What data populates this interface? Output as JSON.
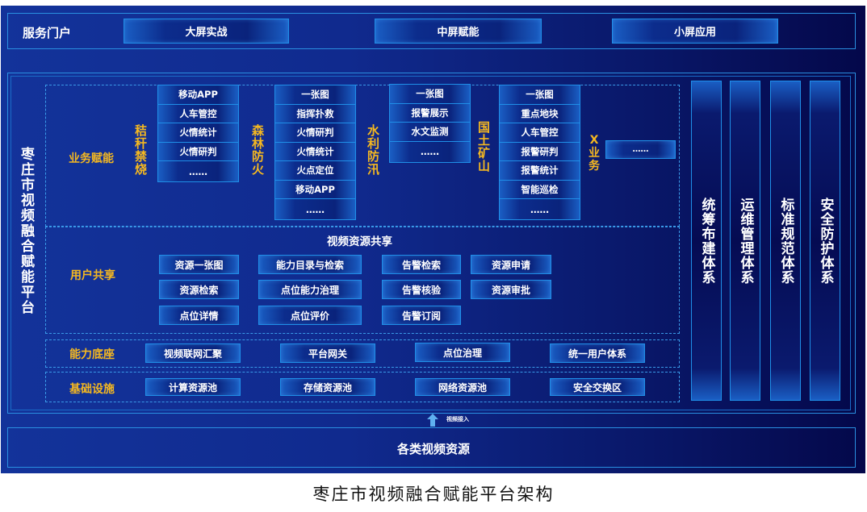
{
  "portal": {
    "label": "服务门户",
    "buttons": [
      "大屏实战",
      "中屏赋能",
      "小屏应用"
    ]
  },
  "platform": {
    "vertical_title": "枣庄市视频融合赋能平台"
  },
  "business": {
    "label": "业务赋能",
    "groups": [
      {
        "title": "秸秆禁烧",
        "items": [
          "移动APP",
          "人车管控",
          "火情统计",
          "火情研判",
          "……"
        ]
      },
      {
        "title": "森林防火",
        "items": [
          "一张图",
          "指挥扑救",
          "火情研判",
          "火情统计",
          "火点定位",
          "移动APP",
          "……"
        ]
      },
      {
        "title": "水利防汛",
        "items": [
          "一张图",
          "报警展示",
          "水文监测",
          "……"
        ]
      },
      {
        "title": "国土矿山",
        "items": [
          "一张图",
          "重点地块",
          "人车管控",
          "报警研判",
          "报警统计",
          "智能巡检",
          "……"
        ]
      },
      {
        "title": "X业务",
        "items": [
          "……"
        ]
      }
    ]
  },
  "user_share": {
    "label": "用户共享",
    "title": "视频资源共享",
    "col1": [
      "资源一张图",
      "资源检索",
      "点位详情"
    ],
    "col2": [
      "能力目录与检索",
      "点位能力治理",
      "点位评价"
    ],
    "col3": [
      "告警检索",
      "告警核验",
      "告警订阅"
    ],
    "col4": [
      "资源申请",
      "资源审批"
    ]
  },
  "capability": {
    "label": "能力底座",
    "items": [
      "视频联网汇聚",
      "平台网关",
      "点位治理",
      "统一用户体系"
    ]
  },
  "infrastructure": {
    "label": "基础设施",
    "items": [
      "计算资源池",
      "存储资源池",
      "网络资源池",
      "安全交换区"
    ]
  },
  "pillars": [
    "统筹布建体系",
    "运维管理体系",
    "标准规范体系",
    "安全防护体系"
  ],
  "access": {
    "arrow_label": "视频接入"
  },
  "sources": {
    "label": "各类视频资源"
  },
  "caption": "枣庄市视频融合赋能平台架构",
  "colors": {
    "background_left": "#13339a",
    "background_right": "#04084a",
    "border": "#1f8fe8",
    "gold_label": "#f5b820",
    "text": "#ffffff"
  }
}
